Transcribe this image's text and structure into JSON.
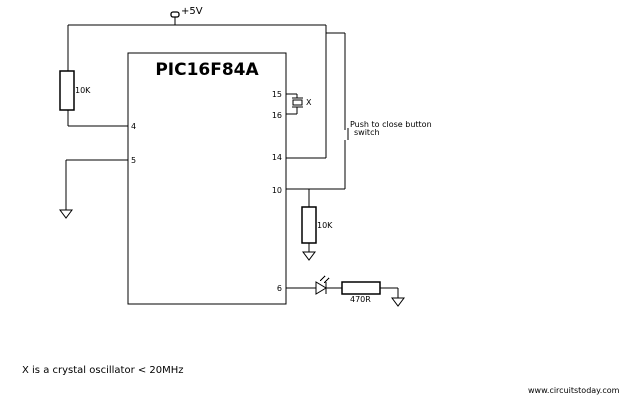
{
  "chip": {
    "name": "PIC16F84A",
    "pins": {
      "p4": "4",
      "p5": "5",
      "p15": "15",
      "p16": "16",
      "p14": "14",
      "p10": "10",
      "p6": "6"
    }
  },
  "supply": {
    "label": "+5V"
  },
  "components": {
    "r_pullup": "10K",
    "r_pulldown": "10K",
    "r_led": "470R",
    "crystal": "X",
    "switch_line1": "Push to close button",
    "switch_line2": "switch"
  },
  "footnote": "X is a crystal oscillator < 20MHz",
  "credit": "www.circuitstoday.com"
}
